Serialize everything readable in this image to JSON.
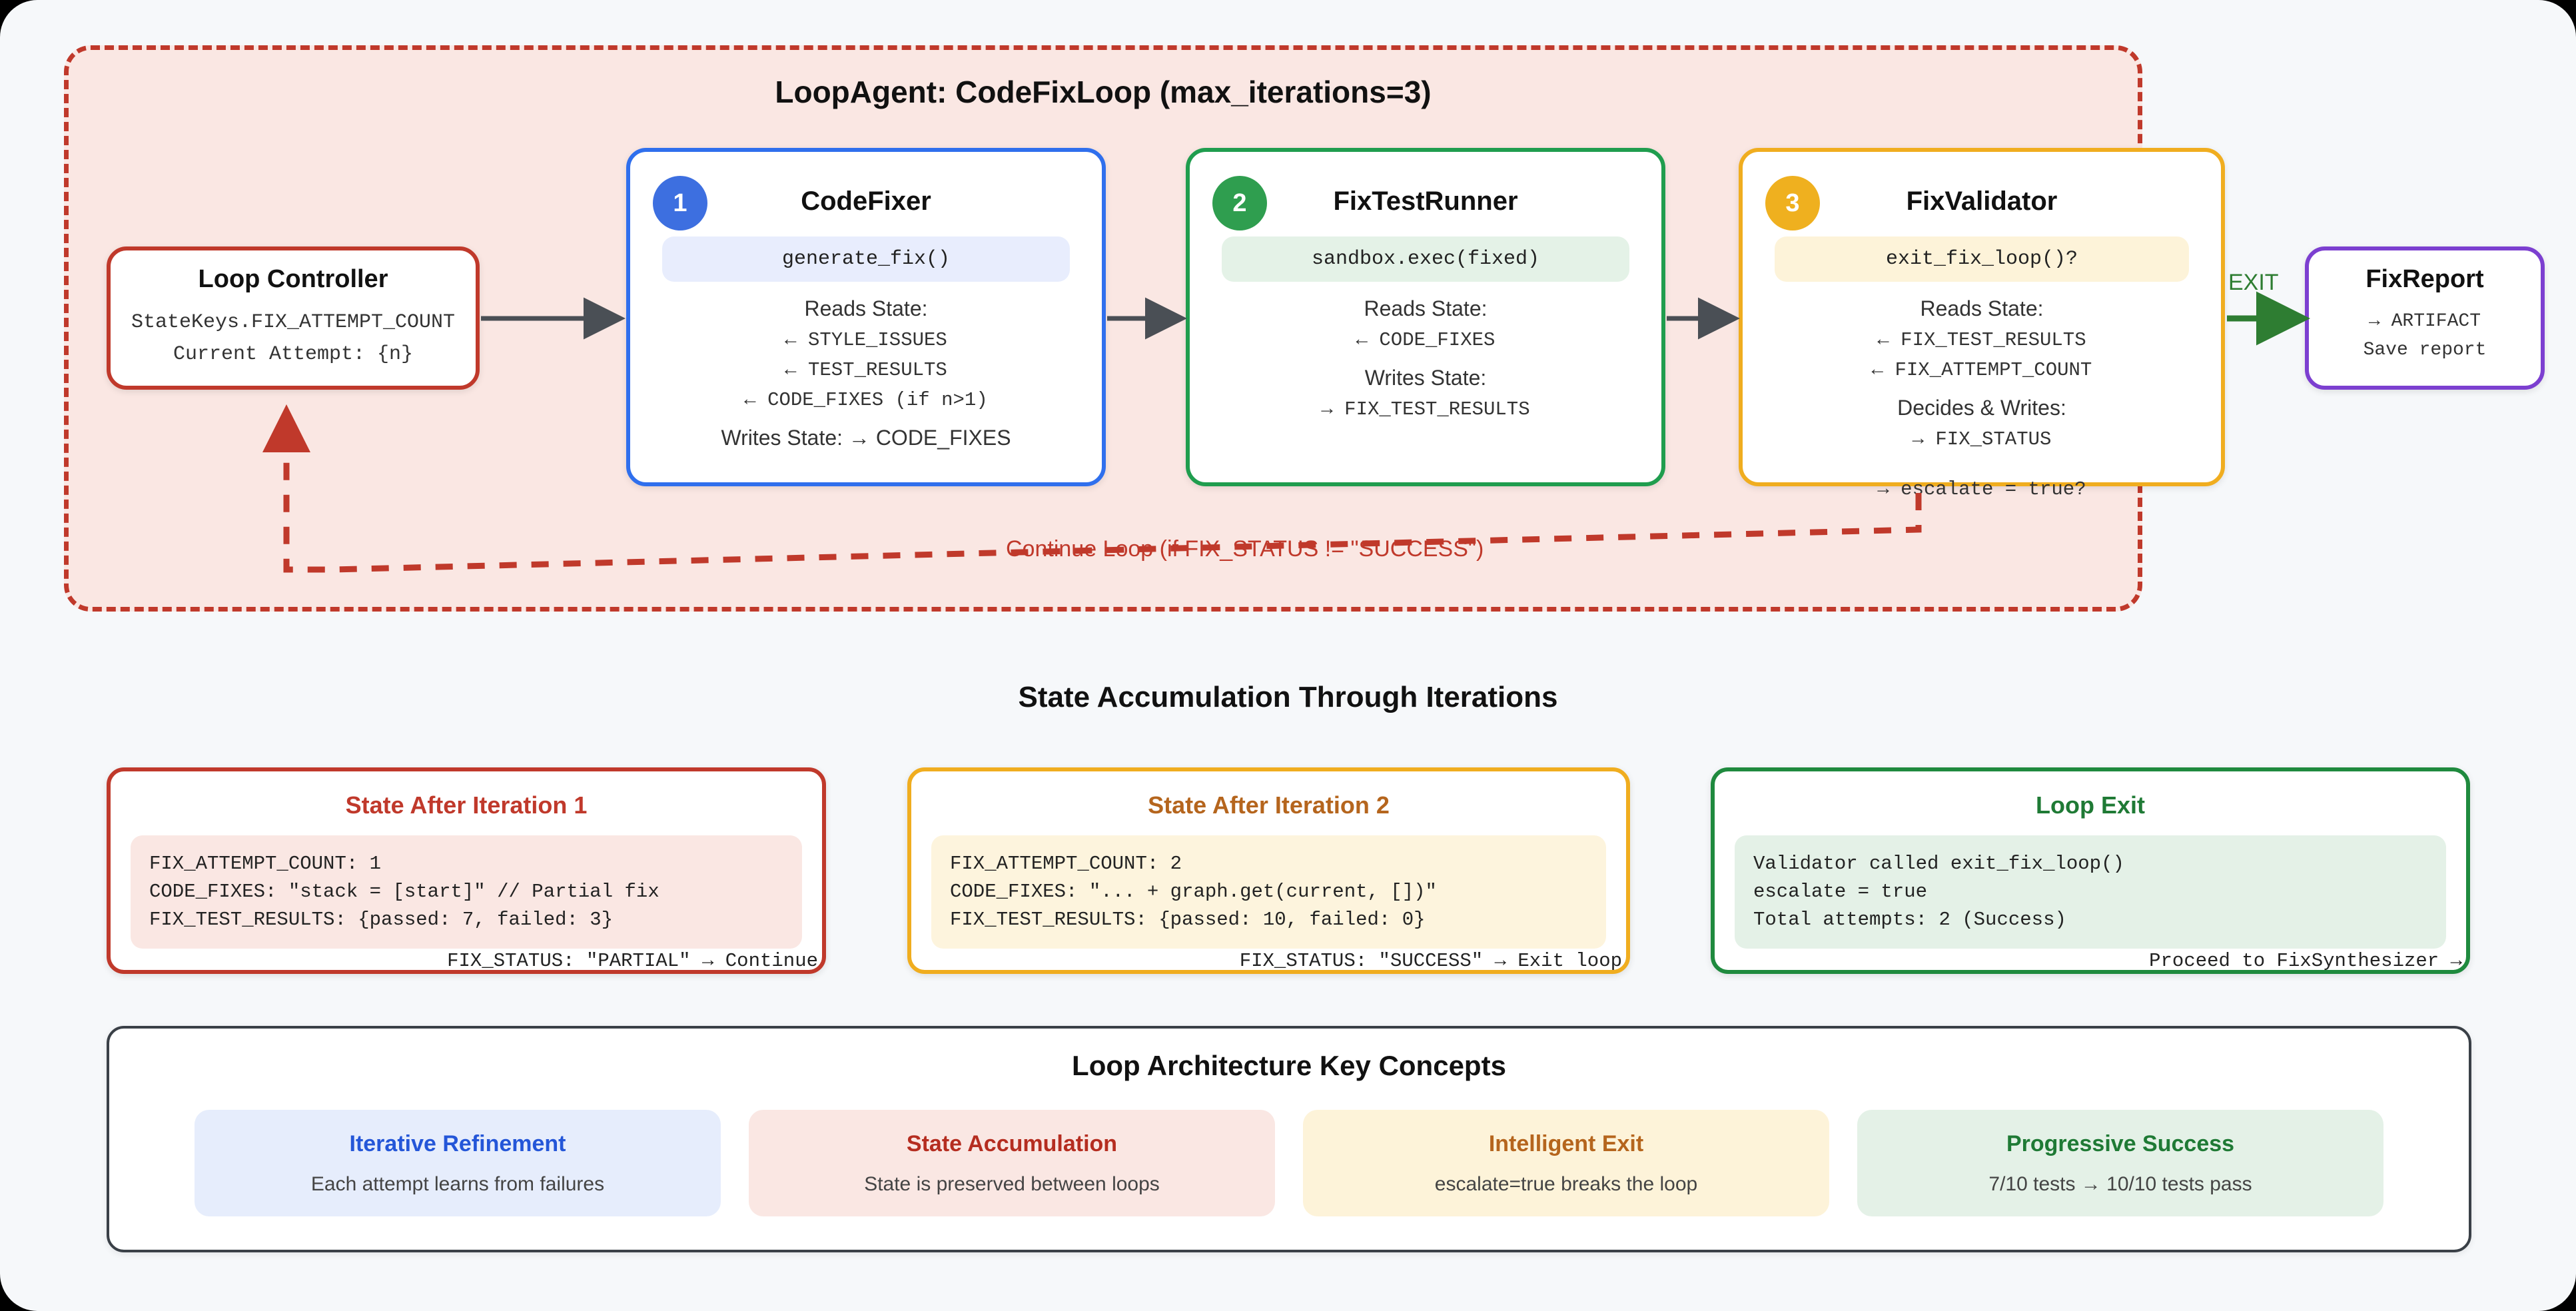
{
  "loop": {
    "title": "LoopAgent: CodeFixLoop (max_iterations=3)",
    "border_color": "#c0392b",
    "background_color": "#fae7e3",
    "controller": {
      "title": "Loop Controller",
      "line1": "StateKeys.FIX_ATTEMPT_COUNT",
      "line2": "Current Attempt: {n}",
      "accent": "#c0392b"
    },
    "agents": [
      {
        "number": "1",
        "title": "CodeFixer",
        "function": "generate_fix()",
        "reads_label": "Reads State:",
        "reads": [
          "← STYLE_ISSUES",
          "← TEST_RESULTS",
          "← CODE_FIXES (if n>1)"
        ],
        "writes_inline": "Writes State: → CODE_FIXES",
        "accent": "#2f6fed"
      },
      {
        "number": "2",
        "title": "FixTestRunner",
        "function": "sandbox.exec(fixed)",
        "reads_label": "Reads State:",
        "reads": [
          "← CODE_FIXES"
        ],
        "writes_label": "Writes State:",
        "writes": [
          "→ FIX_TEST_RESULTS"
        ],
        "accent": "#1f9d4e"
      },
      {
        "number": "3",
        "title": "FixValidator",
        "function": "exit_fix_loop()?",
        "reads_label": "Reads State:",
        "reads": [
          "← FIX_TEST_RESULTS",
          "← FIX_ATTEMPT_COUNT"
        ],
        "writes_label": "Decides & Writes:",
        "writes": [
          "→ FIX_STATUS"
        ],
        "overflow": "→ escalate = true?",
        "accent": "#f0ad1f"
      }
    ],
    "exit_label": "EXIT",
    "continue_label": "Continue Loop (if FIX_STATUS != \"SUCCESS\")",
    "report": {
      "title": "FixReport",
      "line1": "→ ARTIFACT",
      "line2": "Save report",
      "accent": "#7c3fd0"
    }
  },
  "state_section": {
    "heading": "State Accumulation Through Iterations",
    "cards": [
      {
        "title": "State After Iteration 1",
        "lines": [
          "FIX_ATTEMPT_COUNT: 1",
          "CODE_FIXES: \"stack = [start]\" // Partial fix",
          "FIX_TEST_RESULTS: {passed: 7, failed: 3}"
        ],
        "footer": "FIX_STATUS: \"PARTIAL\" → Continue",
        "accent": "#c0392b"
      },
      {
        "title": "State After Iteration 2",
        "lines": [
          "FIX_ATTEMPT_COUNT: 2",
          "CODE_FIXES: \"... + graph.get(current, [])\"",
          "FIX_TEST_RESULTS: {passed: 10, failed: 0}"
        ],
        "footer": "FIX_STATUS: \"SUCCESS\" → Exit loop",
        "accent": "#f0ad1f"
      },
      {
        "title": "Loop Exit",
        "lines": [
          "Validator called exit_fix_loop()",
          "escalate = true",
          "Total attempts: 2 (Success)"
        ],
        "footer": "Proceed to FixSynthesizer →",
        "accent": "#1f8a3e"
      }
    ]
  },
  "concepts": {
    "title": "Loop Architecture Key Concepts",
    "items": [
      {
        "title": "Iterative Refinement",
        "desc": "Each attempt learns from failures"
      },
      {
        "title": "State Accumulation",
        "desc": "State is preserved between loops"
      },
      {
        "title": "Intelligent Exit",
        "desc": "escalate=true breaks the loop"
      },
      {
        "title": "Progressive Success",
        "desc": "7/10 tests → 10/10 tests pass"
      }
    ]
  }
}
